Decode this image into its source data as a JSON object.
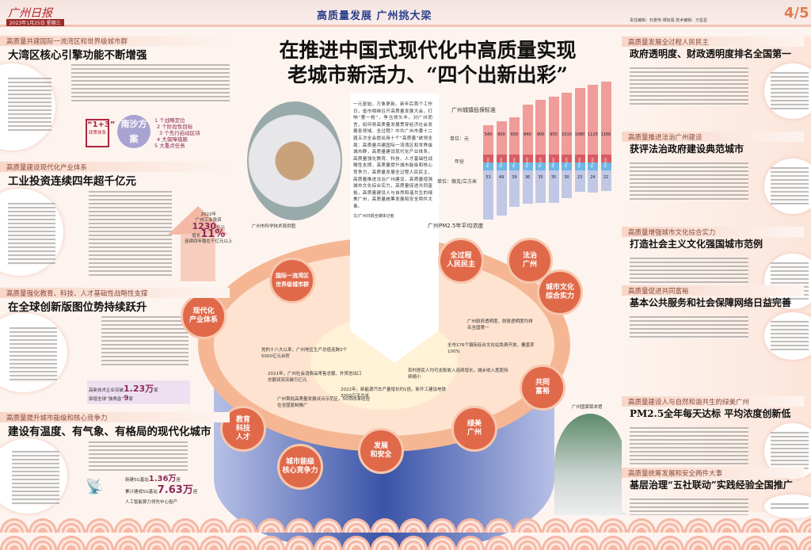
{
  "header": {
    "logo": "广州日报",
    "date": "2023年1月25日 星期三",
    "banner": "高质量发展 广州挑大梁",
    "editors": "责任编辑：石景伟 谭加强 技术编辑：万星星",
    "page": "4/5"
  },
  "title": {
    "line1": "在推进中国式现代化中高质量实现",
    "line2": "老城市新活力、“四个出新出彩”"
  },
  "intro": "一元复始，万象更新。新年后首个工作日，省市相继召开高质量发展大会，打响“第一枪”，争当领头羊。对广州而言，如何将高质量发展贯穿经济社会发展各领域、全过程？中共广州市委十二届五次全会提出用十个“高质量”统领全局：高质量共建国际一流湾区和世界级城市群，高质量建设现代化产业体系，高质量强化教育、科技、人才基础性战略性支撑，高质量提升城市能级和核心竞争力，高质量发展全过程人民民主，高质量推进法治广州建设，高质量增强城市文化综合实力，高质量促进共同富裕，高质量建设人与自然和谐共生的绿美广州，高质量统筹发展和安全两件大事。",
  "intro_credit": "文/广州日报全媒体记者",
  "left": {
    "s1": {
      "kicker": "高质量共建国际一流湾区和世界级城市群",
      "headline": "大湾区核心引擎功能不断增强"
    },
    "policy": {
      "label": "“1+3”",
      "sub": "政策体系",
      "plan": "南沙方案",
      "items": [
        "1 个战略定位",
        "2 个阶段性目标",
        "3 个先行启动区块",
        "4 大保障措施",
        "5 大重点任务"
      ]
    },
    "s2": {
      "kicker": "高质量建设现代化产业体系",
      "headline": "工业投资连续四年超千亿元",
      "stat_year": "2022年",
      "stat_l1": "广州工业投资",
      "stat_val": "1230",
      "stat_unit": "亿元",
      "stat_grow": "增长",
      "stat_pct": "11%",
      "stat_l2": "连续四年稳在千亿元以上"
    },
    "s3": {
      "kicker": "高质量强化教育、科技、人才基础性战略性支撑",
      "headline": "在全球创新版图位势持续跃升",
      "stat1": "高新技术企业突破",
      "stat1_val": "1.23万",
      "stat1_unit": "家",
      "stat2": "拟增全球“独角兽”",
      "stat2_val": "9",
      "stat2_unit": "家"
    },
    "s4": {
      "kicker": "高质量提升城市能级和核心竞争力",
      "headline": "建设有温度、有气象、有格局的现代化城市",
      "stat1": "新建5G基站",
      "stat1_val": "1.36万",
      "stat1_unit": "座",
      "stat2": "累计建成5G基站",
      "stat2_val": "7.63万",
      "stat2_unit": "座",
      "stat3": "人工智能算力领先中心投产"
    }
  },
  "right": {
    "s1": {
      "kicker": "高质量发展全过程人民民主",
      "headline": "政府透明度、财政透明度排名全国第一"
    },
    "s2": {
      "kicker": "高质量推进法治广州建设",
      "headline": "获评法治政府建设典范城市"
    },
    "s3": {
      "kicker": "高质量增强城市文化综合实力",
      "headline": "打造社会主义文化强国城市范例"
    },
    "s4": {
      "kicker": "高质量促进共同富裕",
      "headline": "基本公共服务和社会保障网络日益完善"
    },
    "s5": {
      "kicker": "高质量建设人与自然和谐共生的绿美广州",
      "headline": "PM2.5全年每天达标 平均浓度创新低"
    },
    "s6": {
      "kicker": "高质量统筹发展和安全两件大事",
      "headline": "基层治理“五社联动”实践经验全国推广"
    }
  },
  "wheel": [
    "全过程\n人民民主",
    "法治\n广州",
    "城市文化\n综合实力",
    "共同\n富裕",
    "绿美\n广州",
    "发展\n和安全",
    "城市能级\n核心竞争力",
    "教育\n科技\n人才",
    "现代化\n产业体系",
    "国际一流湾区\n世界级城市群"
  ],
  "ring_stats": [
    "党的十八大以来，广州地区生产总值连跨3个5000亿元台阶",
    "2021年，广州社会消费品零售总额、外贸进出口总额双双突破万亿元",
    "广州首批高质量发展试点示范区，50项改革经验在全国复制推广",
    "广州政府透明度、财政透明度均排名全国第一",
    "全市176个镇街综合文化站免费开放，覆盖率100%",
    "农村居民人均可支配收入连续增长，城乡收入差距持续缩小",
    "2022年，新能源汽车产量增长约1倍，新开工建设地铁3000万平方米"
  ],
  "chart_data": {
    "type": "bar",
    "title_top": "广州城镇低保标准",
    "title_bottom": "广州PM2.5年平均浓度",
    "unit_top": "单位：元",
    "unit_year": "年份",
    "unit_bottom": "单位：微克/立方米",
    "categories": [
      "2013年",
      "2014年",
      "2015年",
      "2016年",
      "2017年",
      "2018年",
      "2019年",
      "2020年",
      "2021年",
      "2022年"
    ],
    "series": [
      {
        "name": "广州城镇低保标准",
        "values": [
          540,
          600,
          650,
          840,
          900,
          950,
          1010,
          1080,
          1120,
          1166
        ]
      },
      {
        "name": "广州PM2.5年平均浓度",
        "values": [
          53,
          49,
          39,
          36,
          35,
          35,
          30,
          23,
          24,
          22
        ]
      }
    ]
  },
  "captions": {
    "capsule": "广州市科学技术局供图",
    "building": "广州国家版本馆"
  },
  "colors": {
    "accent": "#e0694a",
    "navy": "#2a3f8a",
    "plum": "#8b2a5c"
  }
}
